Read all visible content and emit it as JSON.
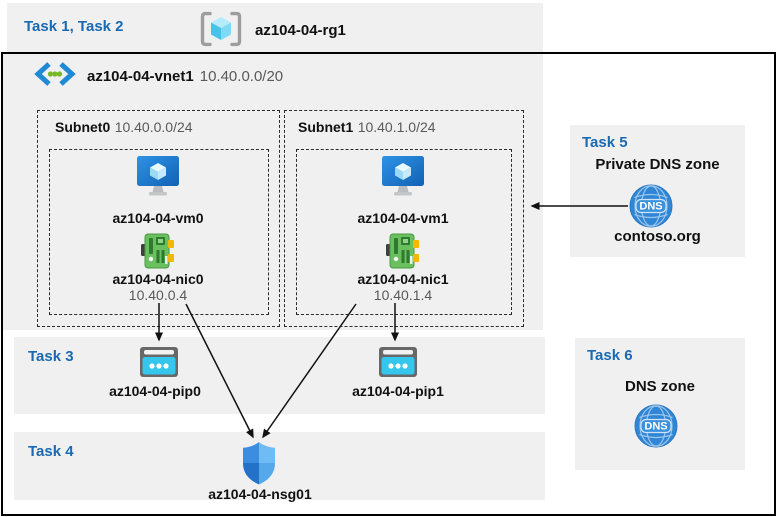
{
  "header": {
    "tasks": "Task 1, Task 2",
    "resource_group": "az104-04-rg1"
  },
  "vnet": {
    "name": "az104-04-vnet1",
    "cidr": "10.40.0.0/20"
  },
  "subnets": [
    {
      "name": "Subnet0",
      "cidr": "10.40.0.0/24",
      "vm": "az104-04-vm0",
      "nic": "az104-04-nic0",
      "ip": "10.40.0.4"
    },
    {
      "name": "Subnet1",
      "cidr": "10.40.1.0/24",
      "vm": "az104-04-vm1",
      "nic": "az104-04-nic1",
      "ip": "10.40.1.4"
    }
  ],
  "task3": {
    "label": "Task 3",
    "pip0": "az104-04-pip0",
    "pip1": "az104-04-pip1"
  },
  "task4": {
    "label": "Task 4",
    "nsg": "az104-04-nsg01"
  },
  "task5": {
    "label": "Task 5",
    "title": "Private DNS zone",
    "zone": "contoso.org",
    "icon_text": "DNS"
  },
  "task6": {
    "label": "Task 6",
    "title": "DNS zone",
    "icon_text": "DNS"
  },
  "colors": {
    "task_blue": "#1a6ab2",
    "panel_gray": "#f0f0f0",
    "muted_text": "#595959",
    "arrow": "#111111"
  }
}
